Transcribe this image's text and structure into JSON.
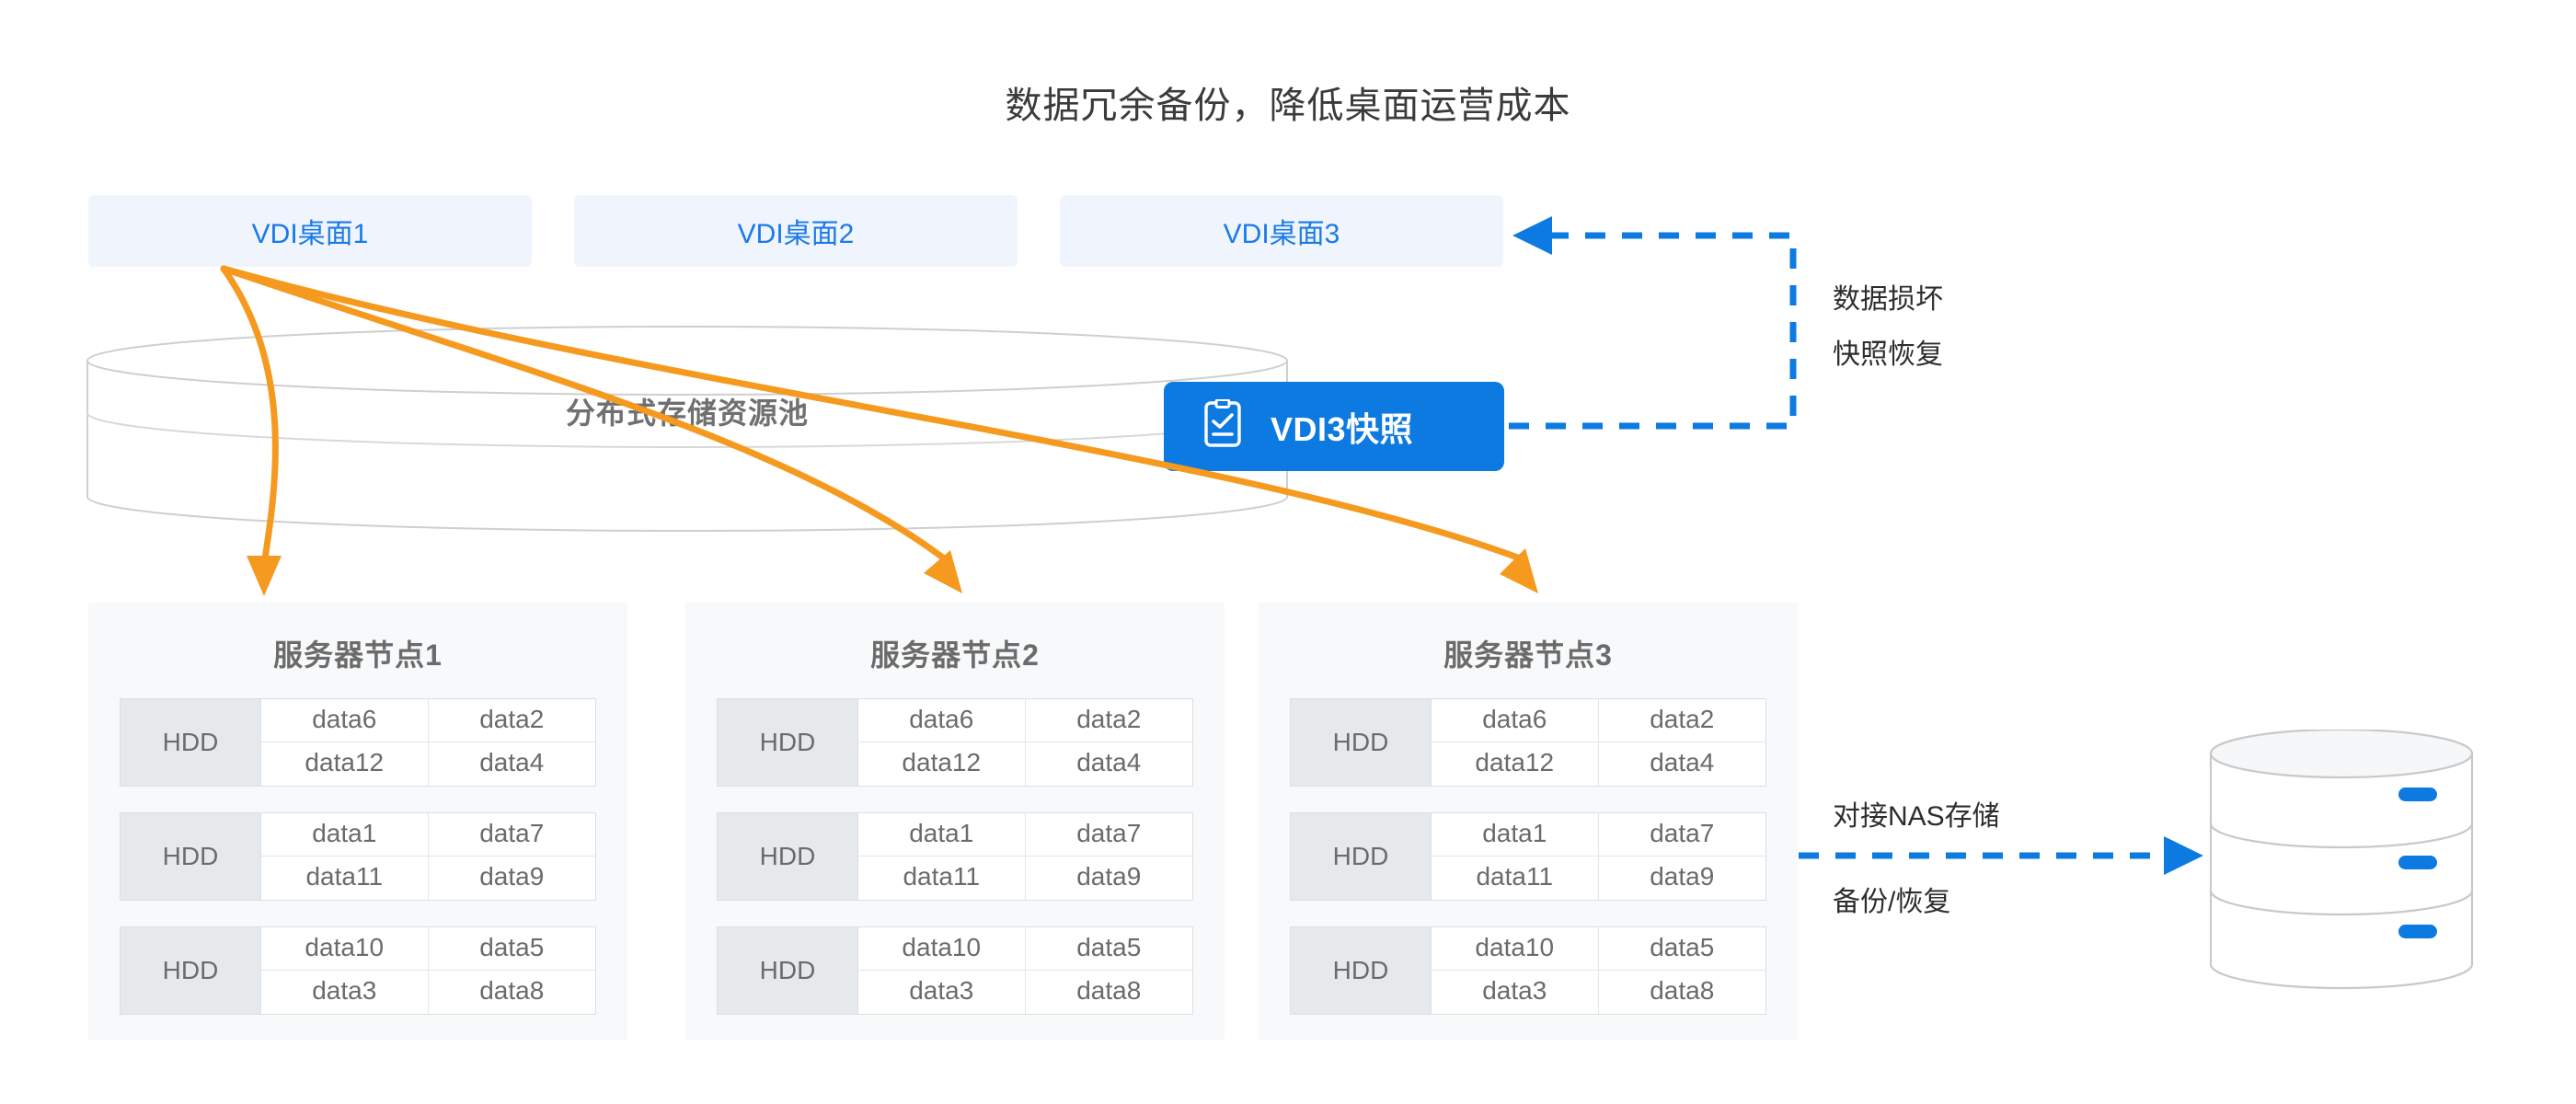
{
  "title": "数据冗余备份，降低桌面运营成本",
  "desktops": [
    {
      "label": "VDI桌面1"
    },
    {
      "label": "VDI桌面2"
    },
    {
      "label": "VDI桌面3"
    }
  ],
  "pool": {
    "label": "分布式存储资源池"
  },
  "snapshot": {
    "label": "VDI3快照",
    "icon": "clipboard-check-icon",
    "color": "#0c7ae0"
  },
  "annotations": {
    "damage": "数据损坏",
    "restore": "快照恢复",
    "nas": "对接NAS存储",
    "backup": "备份/恢复"
  },
  "nodes": [
    {
      "title": "服务器节点1",
      "disks": [
        {
          "label": "HDD",
          "cells": [
            "data6",
            "data2",
            "data12",
            "data4"
          ]
        },
        {
          "label": "HDD",
          "cells": [
            "data1",
            "data7",
            "data11",
            "data9"
          ]
        },
        {
          "label": "HDD",
          "cells": [
            "data10",
            "data5",
            "data3",
            "data8"
          ]
        }
      ]
    },
    {
      "title": "服务器节点2",
      "disks": [
        {
          "label": "HDD",
          "cells": [
            "data6",
            "data2",
            "data12",
            "data4"
          ]
        },
        {
          "label": "HDD",
          "cells": [
            "data1",
            "data7",
            "data11",
            "data9"
          ]
        },
        {
          "label": "HDD",
          "cells": [
            "data10",
            "data5",
            "data3",
            "data8"
          ]
        }
      ]
    },
    {
      "title": "服务器节点3",
      "disks": [
        {
          "label": "HDD",
          "cells": [
            "data6",
            "data2",
            "data12",
            "data4"
          ]
        },
        {
          "label": "HDD",
          "cells": [
            "data1",
            "data7",
            "data11",
            "data9"
          ]
        },
        {
          "label": "HDD",
          "cells": [
            "data10",
            "data5",
            "data3",
            "data8"
          ]
        }
      ]
    }
  ],
  "nas": {
    "icon": "database-stack-icon",
    "layers": 3,
    "indicator_color": "#0c7ae0"
  },
  "colors": {
    "accent_blue": "#0c7ae0",
    "desktop_text": "#1a7ae8",
    "desktop_bg": "#f0f5fd",
    "arrow_orange": "#f59a1e",
    "panel_bg": "#f7f9fb",
    "hdd_bg": "#e6e9ec",
    "outline_gray": "#cccccc",
    "title_text": "#3b3b3b"
  }
}
